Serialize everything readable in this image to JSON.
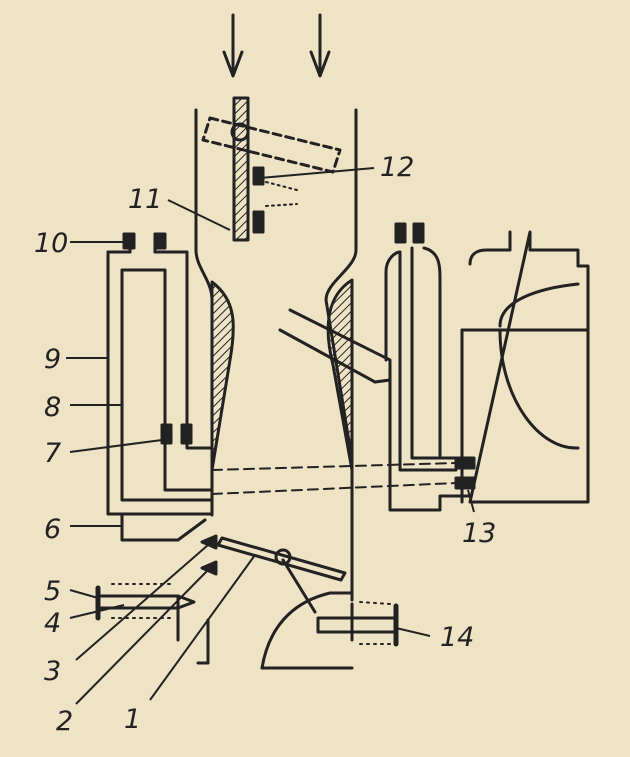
{
  "diagram": {
    "labels": {
      "l1": "1",
      "l2": "2",
      "l3": "3",
      "l4": "4",
      "l5": "5",
      "l6": "6",
      "l7": "7",
      "l8": "8",
      "l9": "9",
      "l10": "10",
      "l11": "11",
      "l12": "12",
      "l13": "13",
      "l14": "14"
    },
    "colors": {
      "paper": "#efe3c6",
      "ink": "#222222"
    }
  }
}
